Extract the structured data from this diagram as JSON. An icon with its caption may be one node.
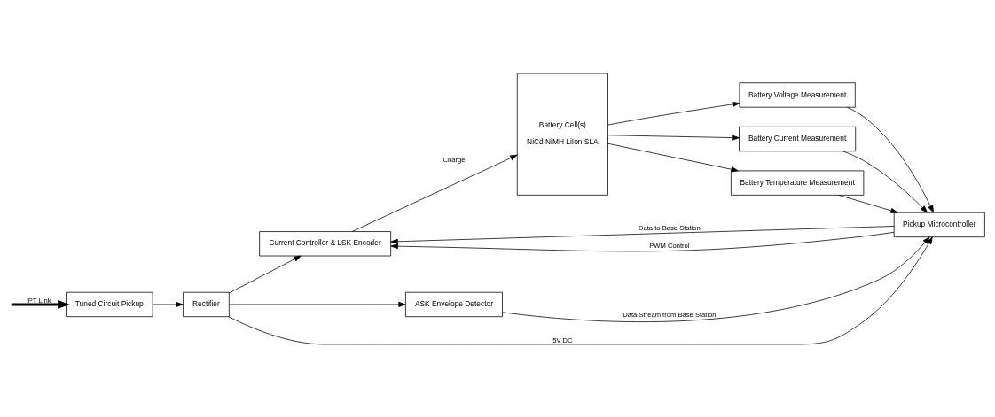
{
  "diagram": {
    "nodes": [
      {
        "text": [
          "Tuned Circuit Pickup"
        ]
      },
      {
        "text": [
          "Rectifier"
        ]
      },
      {
        "text": [
          "Current Controller & LSK Encoder"
        ]
      },
      {
        "text": [
          "Battery Cell(s)",
          "NiCd NiMH LiIon SLA"
        ]
      },
      {
        "text": [
          "ASK Envelope Detector"
        ]
      },
      {
        "text": [
          "Pickup Microcontroller"
        ]
      },
      {
        "text": [
          "Battery Voltage Measurement"
        ]
      },
      {
        "text": [
          "Battery Current Measurement"
        ]
      },
      {
        "text": [
          "Battery Temperature Measurement"
        ]
      }
    ],
    "edges": [
      {
        "from": null,
        "to": 0,
        "arrow": "to",
        "label": "IPT Link",
        "style": "thick"
      },
      {
        "from": 0,
        "to": 1,
        "arrow": "to"
      },
      {
        "from": 1,
        "to": 2,
        "arrow": "to"
      },
      {
        "from": 2,
        "to": 3,
        "arrow": "to",
        "label": "Charge"
      },
      {
        "from": 1,
        "to": 4,
        "arrow": "to"
      },
      {
        "from": 1,
        "to": 5,
        "arrow": "to",
        "label": "5V DC"
      },
      {
        "from": 5,
        "to": 2,
        "arrow": "to",
        "label": "Data to Base Station"
      },
      {
        "from": 5,
        "to": 2,
        "arrow": "to",
        "label": "PWM Control"
      },
      {
        "from": 4,
        "to": 5,
        "arrow": "to",
        "label": "Data Stream from Base Station"
      },
      {
        "from": 3,
        "to": 6,
        "arrow": "to"
      },
      {
        "from": 3,
        "to": 7,
        "arrow": "to"
      },
      {
        "from": 3,
        "to": 8,
        "arrow": "to"
      },
      {
        "from": 6,
        "to": 5,
        "arrow": "to"
      },
      {
        "from": 7,
        "to": 5,
        "arrow": "to"
      },
      {
        "from": 8,
        "to": 5,
        "arrow": "to"
      }
    ]
  }
}
